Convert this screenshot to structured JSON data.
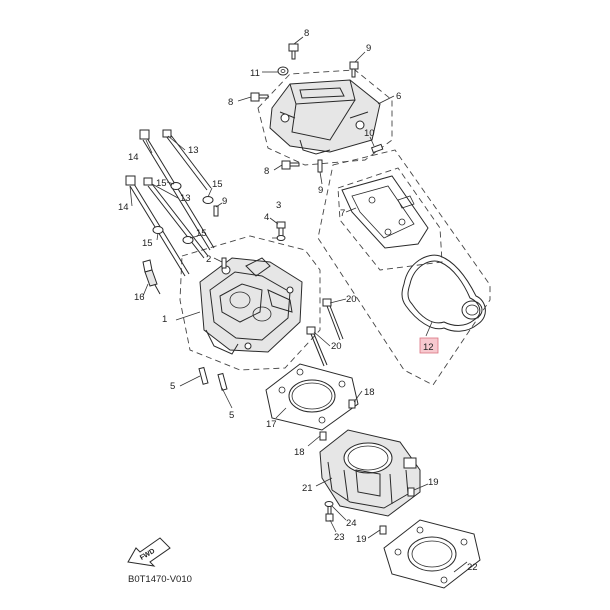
{
  "diagram": {
    "code": "B0T1470-V010",
    "fwd_label": "FWD",
    "highlight_part": "12",
    "parts": {
      "p1": "1",
      "p2": "2",
      "p3": "3",
      "p4": "4",
      "p5a": "5",
      "p5b": "5",
      "p6": "6",
      "p7": "7",
      "p8a": "8",
      "p8b": "8",
      "p8c": "8",
      "p9a": "9",
      "p9b": "9",
      "p10": "10",
      "p11": "11",
      "p12": "12",
      "p13a": "13",
      "p13b": "13",
      "p14a": "14",
      "p14b": "14",
      "p15a": "15",
      "p15b": "15",
      "p15c": "15",
      "p15d": "15",
      "p16": "16",
      "p17": "17",
      "p18a": "18",
      "p18b": "18",
      "p19a": "19",
      "p19b": "19",
      "p20a": "20",
      "p20b": "20",
      "p21": "21",
      "p22": "22",
      "p23": "23",
      "p24": "24"
    }
  }
}
